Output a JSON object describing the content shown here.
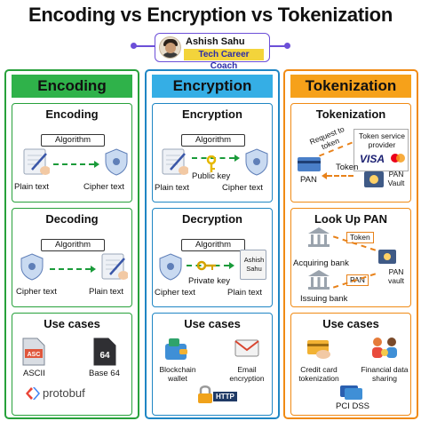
{
  "title": "Encoding vs Encryption vs Tokenization",
  "author": {
    "name": "Ashish Sahu",
    "role": "Tech Career Coach"
  },
  "colors": {
    "encoding": "#2fb24a",
    "encryption": "#35aee5",
    "tokenization": "#f6a11a"
  },
  "encoding": {
    "header": "Encoding",
    "encode": {
      "title": "Encoding",
      "algorithm": "Algorithm",
      "left": "Plain text",
      "right": "Cipher text"
    },
    "decode": {
      "title": "Decoding",
      "algorithm": "Algorithm",
      "left": "Cipher text",
      "right": "Plain text"
    },
    "uses": {
      "title": "Use cases",
      "items": [
        "ASCII",
        "Base 64"
      ],
      "logo": "protobuf"
    }
  },
  "encryption": {
    "header": "Encryption",
    "encrypt": {
      "title": "Encryption",
      "algorithm": "Algorithm",
      "key": "Public key",
      "left": "Plain text",
      "right": "Cipher text"
    },
    "decrypt": {
      "title": "Decryption",
      "algorithm": "Algorithm",
      "key": "Private key",
      "left": "Cipher text",
      "right": "Plain text",
      "paper_text": "Ashish Sahu"
    },
    "uses": {
      "title": "Use cases",
      "items": [
        "Blockchain wallet",
        "Email encryption"
      ],
      "badge": "HTTP"
    }
  },
  "tokenization": {
    "header": "Tokenization",
    "tokenize": {
      "title": "Tokenization",
      "request": "Request to token",
      "provider": "Token service provider",
      "visa": "VISA",
      "token": "Token",
      "pan": "PAN",
      "vault": "PAN Vault"
    },
    "lookup": {
      "title": "Look Up PAN",
      "token": "Token",
      "pan_tag": "PAN",
      "acquiring": "Acquiring bank",
      "issuing": "Issuing bank",
      "vault": "PAN vault"
    },
    "uses": {
      "title": "Use cases",
      "items": [
        "Credit card tokenization",
        "Financial data sharing",
        "PCI DSS"
      ]
    }
  },
  "icons": [
    "hand-writing-icon",
    "shield-lock-icon",
    "key-icon",
    "bank-icon",
    "credit-card-icon",
    "vault-icon",
    "file-icon",
    "wallet-icon",
    "envelope-icon",
    "padlock-icon"
  ]
}
